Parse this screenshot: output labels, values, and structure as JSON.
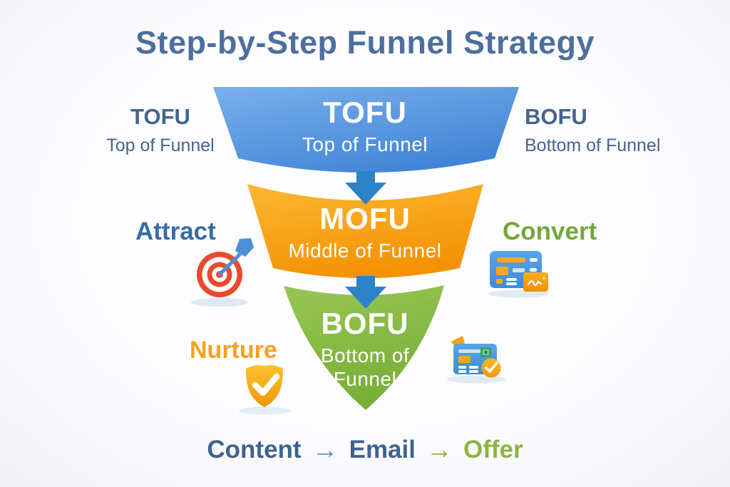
{
  "title": "Step-by-Step Funnel Strategy",
  "funnel": {
    "tofu": {
      "acronym": "TOFU",
      "label": "Top of Funnel",
      "color": "#4f93dd"
    },
    "mofu": {
      "acronym": "MOFU",
      "label": "Middle of Funnel",
      "color": "#f8a41f"
    },
    "bofu": {
      "acronym": "BOFU",
      "label_line1": "Bottom of",
      "label_line2": "Funnel",
      "color": "#86ba44"
    }
  },
  "annotations": {
    "left": {
      "acronym": "TOFU",
      "label": "Top of Funnel"
    },
    "right": {
      "acronym": "BOFU",
      "label": "Bottom of Funnel"
    },
    "attract": "Attract",
    "convert": "Convert",
    "nurture": "Nurture"
  },
  "flow": {
    "step1": "Content",
    "arrow1": "→",
    "step2": "Email",
    "arrow2": "→",
    "step3": "Offer"
  },
  "icons": {
    "target": "target-dart-icon",
    "landing_page": "browser-payment-icon",
    "shield": "shield-check-icon",
    "credit_card": "credit-card-check-icon"
  },
  "colors": {
    "title_text": "#4d6f9e",
    "side_text": "#44648f",
    "attract_text": "#3a6ba6",
    "convert_text": "#74a73c",
    "nurture_text": "#f5a21e",
    "stage_arrow_blue": "#2d83c8",
    "flow_arrow_blue": "#4a8fd6",
    "flow_arrow_green": "#84ad41",
    "background": "#fbfbfd"
  }
}
